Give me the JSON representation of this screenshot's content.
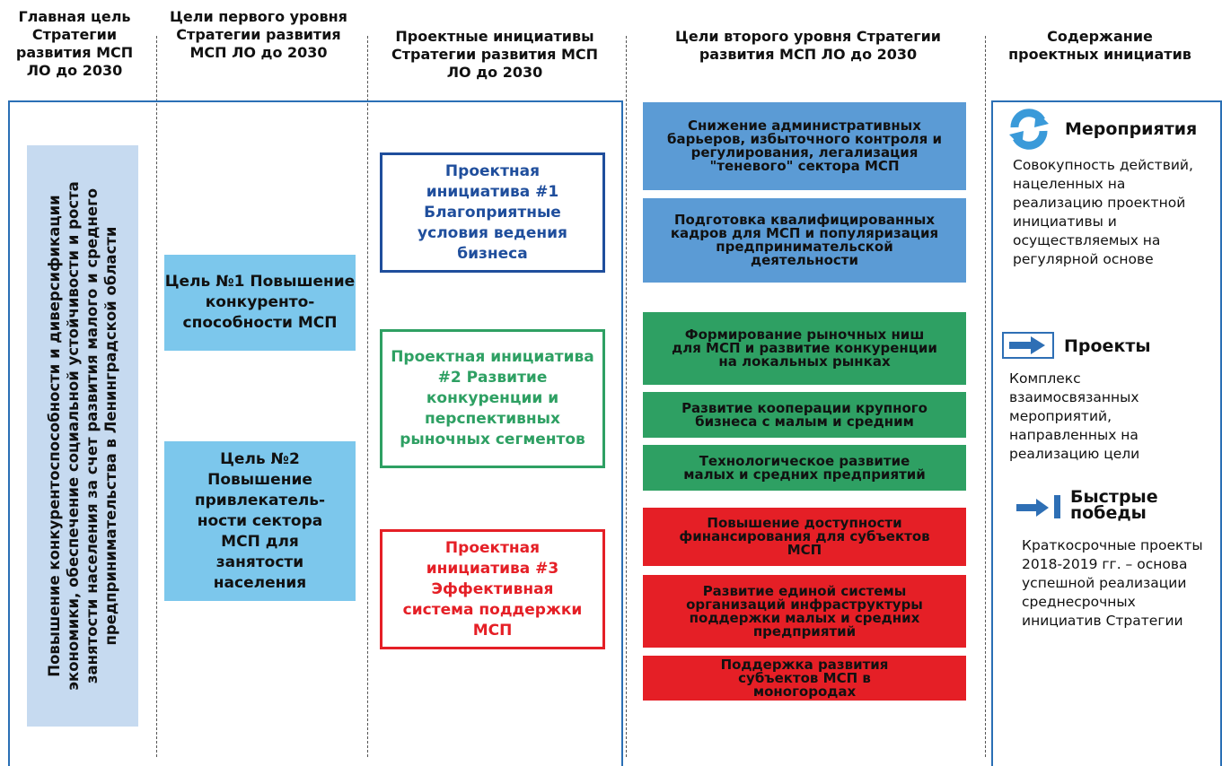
{
  "headers": {
    "col1": "Главная цель Стратегии развития МСП ЛО до 2030",
    "col2": "Цели первого уровня Стратегии развития МСП ЛО до 2030",
    "col3": "Проектные инициативы Стратегии развития МСП ЛО до 2030",
    "col4": "Цели второго уровня Стратегии развития МСП ЛО до 2030",
    "col5": "Содержание проектных инициатив"
  },
  "main_goal": "Повышение конкурентоспособности и диверсификации экономики, обеспечение социальной устойчивости и роста занятости населения за счет развития малого и среднего предпринимательства в Ленинградской области",
  "first_level_goals": [
    "Цель №1 Повышение конкуренто-способности МСП",
    "Цель №2 Повышение привлекатель-ности сектора МСП для занятости населения"
  ],
  "initiatives": [
    {
      "text": "Проектная инициатива #1 Благоприятные условия ведения бизнеса",
      "color": "#1f4e9c"
    },
    {
      "text": "Проектная инициатива #2 Развитие конкуренции и перспективных рыночных сегментов",
      "color": "#2ea063"
    },
    {
      "text": "Проектная инициатива #3 Эффективная система поддержки МСП",
      "color": "#e51f26"
    }
  ],
  "second_level_goals": [
    {
      "text": "Снижение административных барьеров, избыточного контроля и регулирования, легализация \"теневого\" сектора МСП",
      "color": "#5b9bd5"
    },
    {
      "text": "Подготовка квалифицированных кадров для МСП и популяризация предпринимательской деятельности",
      "color": "#5b9bd5"
    },
    {
      "text": "Формирование рыночных ниш для МСП и развитие конкуренции на локальных рынках",
      "color": "#2ea063"
    },
    {
      "text": "Развитие кооперации крупного бизнеса с малым и средним",
      "color": "#2ea063"
    },
    {
      "text": "Технологическое развитие малых и средних предприятий",
      "color": "#2ea063"
    },
    {
      "text": "Повышение доступности финансирования для субъектов МСП",
      "color": "#e51f26"
    },
    {
      "text": "Развитие единой системы организаций инфраструктуры поддержки малых и средних предприятий",
      "color": "#e51f26"
    },
    {
      "text": "Поддержка развития субъектов МСП в моногородах",
      "color": "#e51f26"
    }
  ],
  "legend": {
    "events": {
      "title": "Мероприятия",
      "text": "Совокупность действий, нацеленных на реализацию проектной инициативы и осуществляемых на регулярной основе",
      "icon": "cycle-arrows-icon"
    },
    "projects": {
      "title": "Проекты",
      "text": "Комплекс взаимосвязанных мероприятий, направленных на реализацию цели",
      "icon": "arrow-right-icon"
    },
    "quick_wins": {
      "title": "Быстрые победы",
      "text": "Краткосрочные проекты 2018-2019 гг. – основа успешной реализации среднесрочных инициатив Стратегии",
      "icon": "arrow-bar-icon"
    }
  }
}
